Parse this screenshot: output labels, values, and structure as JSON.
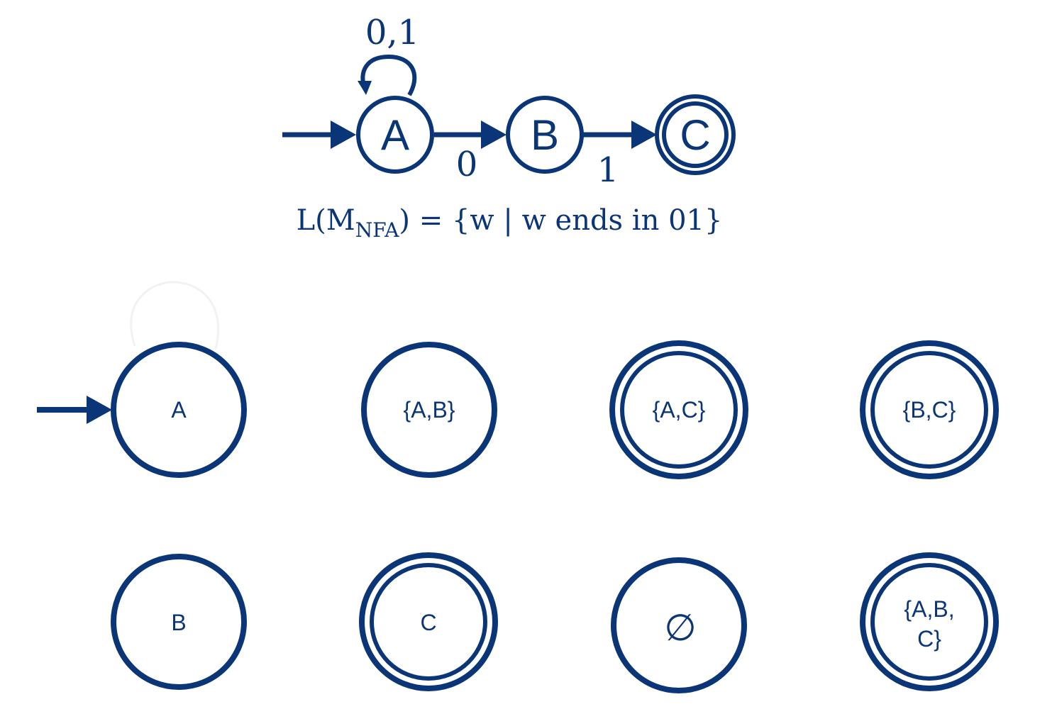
{
  "colors": {
    "stroke": "#0a3577",
    "background": "#ffffff"
  },
  "nfa": {
    "states": [
      {
        "id": "A",
        "label": "A",
        "start": true,
        "accepting": false
      },
      {
        "id": "B",
        "label": "B",
        "start": false,
        "accepting": false
      },
      {
        "id": "C",
        "label": "C",
        "start": false,
        "accepting": true
      }
    ],
    "transitions": [
      {
        "from": "A",
        "to": "A",
        "label": "0,1"
      },
      {
        "from": "A",
        "to": "B",
        "label": "0"
      },
      {
        "from": "B",
        "to": "C",
        "label": "1"
      }
    ],
    "language": {
      "prefix": "L(M",
      "subscript": "NFA",
      "suffix": ") = {w | w ends in 01}"
    }
  },
  "dfa_states": [
    {
      "id": "A",
      "label": "A",
      "start": true,
      "accepting": false
    },
    {
      "id": "AB",
      "label": "{A,B}",
      "start": false,
      "accepting": false
    },
    {
      "id": "AC",
      "label": "{A,C}",
      "start": false,
      "accepting": true
    },
    {
      "id": "BC",
      "label": "{B,C}",
      "start": false,
      "accepting": true
    },
    {
      "id": "B",
      "label": "B",
      "start": false,
      "accepting": false
    },
    {
      "id": "C",
      "label": "C",
      "start": false,
      "accepting": true
    },
    {
      "id": "EMPTY",
      "label": "∅",
      "start": false,
      "accepting": false
    },
    {
      "id": "ABC",
      "label": "{A,B,",
      "label_line2": "C}",
      "start": false,
      "accepting": true
    }
  ]
}
